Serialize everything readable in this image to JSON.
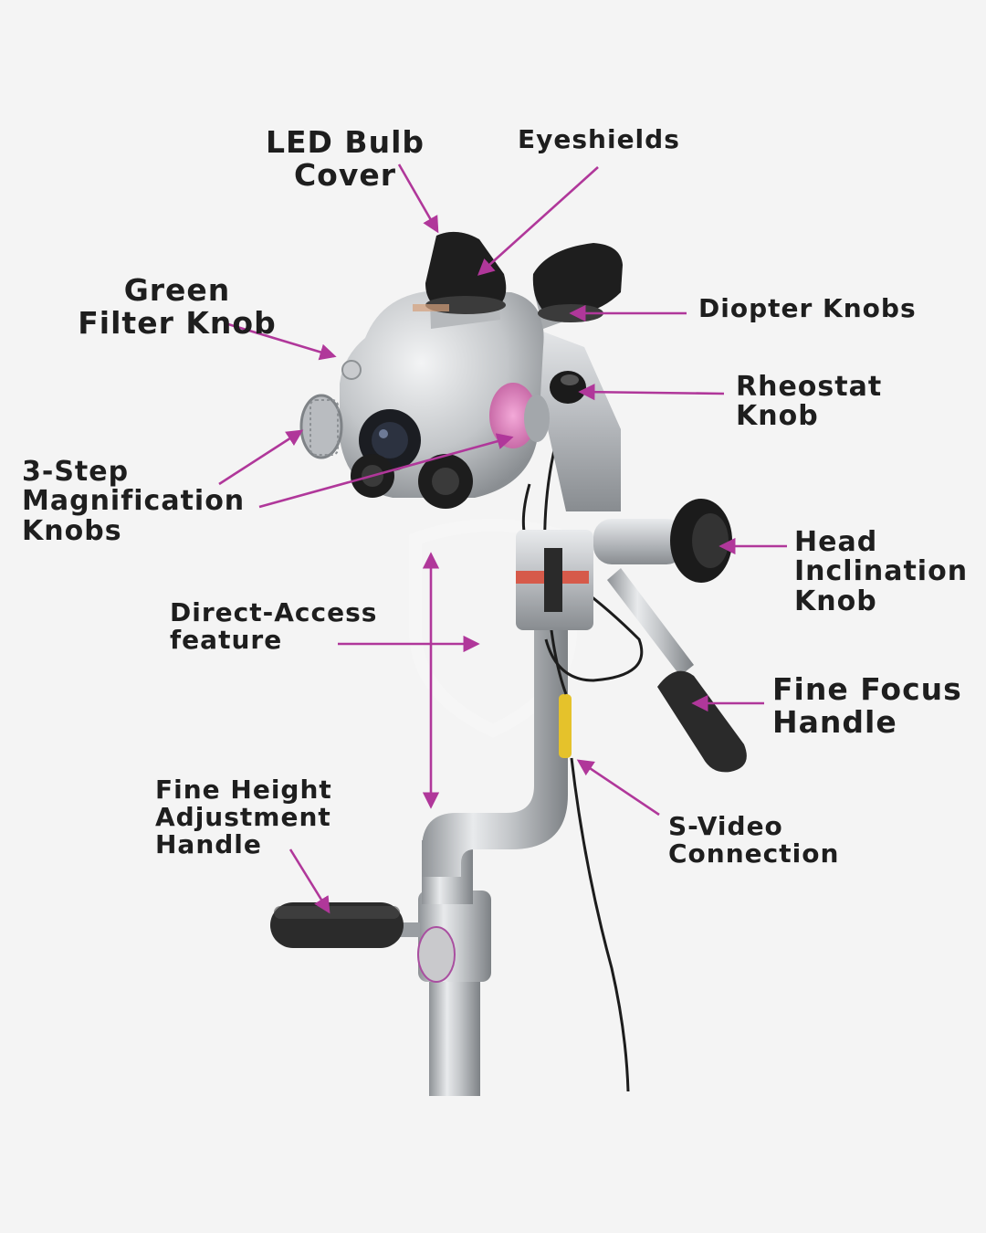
{
  "accent_color": "#b0379a",
  "labels": {
    "led_bulb_cover": [
      "LED Bulb",
      "Cover"
    ],
    "eyeshields": [
      "Eyeshields"
    ],
    "green_filter_knob": [
      "Green",
      "Filter Knob"
    ],
    "diopter_knobs": [
      "Diopter Knobs"
    ],
    "rheostat_knob": [
      "Rheostat",
      "Knob"
    ],
    "magnification_knobs": [
      "3-Step",
      "Magnification",
      "Knobs"
    ],
    "head_inclination_knob": [
      "Head",
      "Inclination",
      "Knob"
    ],
    "direct_access": [
      "Direct-Access",
      "feature"
    ],
    "fine_focus_handle": [
      "Fine Focus",
      "Handle"
    ],
    "fine_height_handle": [
      "Fine Height",
      "Adjustment",
      "Handle"
    ],
    "s_video": [
      "S-Video",
      "Connection"
    ]
  }
}
